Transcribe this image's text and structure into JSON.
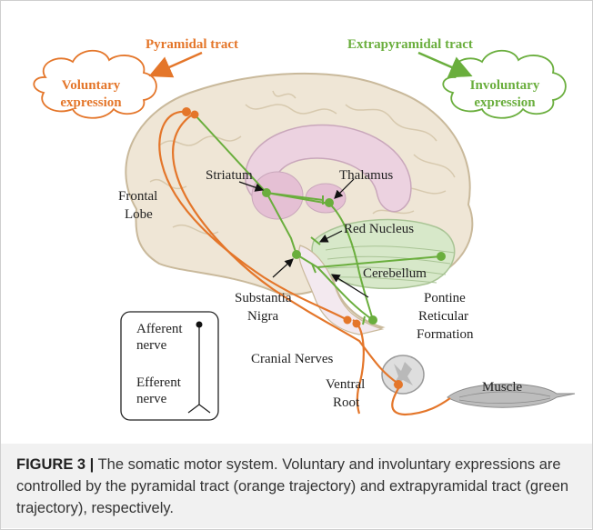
{
  "labels": {
    "pyramidal_tract": "Pyramidal tract",
    "extrapyramidal_tract": "Extrapyramidal tract",
    "voluntary_1": "Voluntary",
    "voluntary_2": "expression",
    "involuntary_1": "Involuntary",
    "involuntary_2": "expression",
    "striatum": "Striatum",
    "thalamus": "Thalamus",
    "frontal_1": "Frontal",
    "frontal_2": "Lobe",
    "red_nucleus": "Red Nucleus",
    "cerebellum": "Cerebellum",
    "substantia_1": "Substantia",
    "substantia_2": "Nigra",
    "pontine_1": "Pontine",
    "pontine_2": "Reticular",
    "pontine_3": "Formation",
    "cranial_nerves": "Cranial Nerves",
    "ventral_1": "Ventral",
    "ventral_2": "Root",
    "muscle": "Muscle"
  },
  "legend": {
    "afferent_1": "Afferent",
    "afferent_2": "nerve",
    "efferent_1": "Efferent",
    "efferent_2": "nerve"
  },
  "caption": {
    "label": "FIGURE 3 |",
    "text": " The somatic motor system. Voluntary and involuntary expressions are controlled by the pyramidal tract (orange trajectory) and extrapyramidal tract (green trajectory), respectively."
  },
  "colors": {
    "pyramidal": "#e4762a",
    "extrapyramidal": "#6aae3d",
    "brain_fill": "#efe6d6",
    "brain_stroke": "#c9b99b",
    "limbic_fill": "#ecd2e0",
    "cerebellum_fill": "#d7e8c9",
    "caption_bg": "#f1f1f1"
  }
}
